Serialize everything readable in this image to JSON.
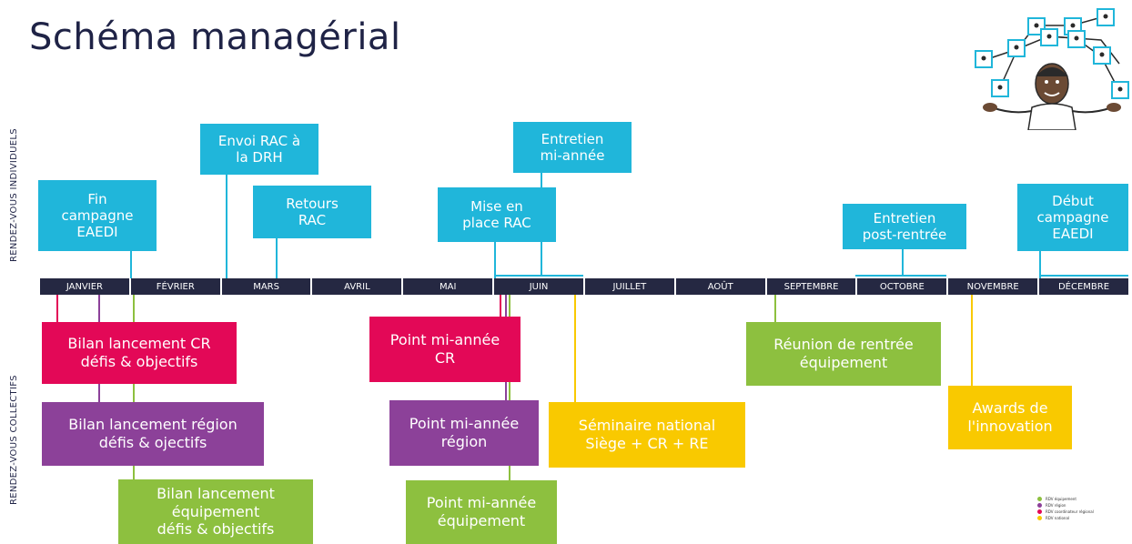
{
  "title": "Schéma managérial",
  "side_labels": {
    "individual": "RENDEZ-VOUS INDIVIDUELS",
    "collective": "RENDEZ-VOUS COLLECTIFS"
  },
  "months": [
    "JANVIER",
    "FÉVRIER",
    "MARS",
    "AVRIL",
    "MAI",
    "JUIN",
    "JUILLET",
    "AOÛT",
    "SEPTEMBRE",
    "OCTOBRE",
    "NOVEMBRE",
    "DÉCEMBRE"
  ],
  "individual_events": {
    "fin_campagne": "Fin\ncampagne\nEAEDI",
    "envoi_rac": "Envoi RAC à\nla DRH",
    "retours_rac": "Retours\nRAC",
    "mise_en_place_rac": "Mise en\nplace RAC",
    "entretien_mi_annee": "Entretien\nmi-année",
    "entretien_post_rentree": "Entretien\npost-rentrée",
    "debut_campagne": "Début\ncampagne\nEAEDI"
  },
  "collective_events": {
    "bilan_cr": "Bilan lancement CR\ndéfis & objectifs",
    "bilan_region": "Bilan lancement région\ndéfis & ojectifs",
    "bilan_equipement": "Bilan lancement\néquipement\ndéfis & objectifs",
    "point_cr": "Point mi-année\nCR",
    "point_region": "Point mi-année\nrégion",
    "point_equipement": "Point mi-année\néquipement",
    "seminaire": "Séminaire national\nSiège + CR + RE",
    "reunion_rentree": "Réunion de rentrée\néquipement",
    "awards": "Awards de\nl'innovation"
  },
  "colors": {
    "cyan": "#20b6da",
    "pink": "#e30857",
    "purple": "#8c4199",
    "green": "#8dc03f",
    "yellow": "#f9c900",
    "navy": "#252842"
  },
  "legend": [
    {
      "label": "RDV équipement",
      "color": "#8dc03f"
    },
    {
      "label": "RDV région",
      "color": "#8c4199"
    },
    {
      "label": "RDV coordinateur régional",
      "color": "#e30857"
    },
    {
      "label": "RDV national",
      "color": "#f9c900"
    }
  ],
  "illustration_icon": "juggling-person-icon"
}
